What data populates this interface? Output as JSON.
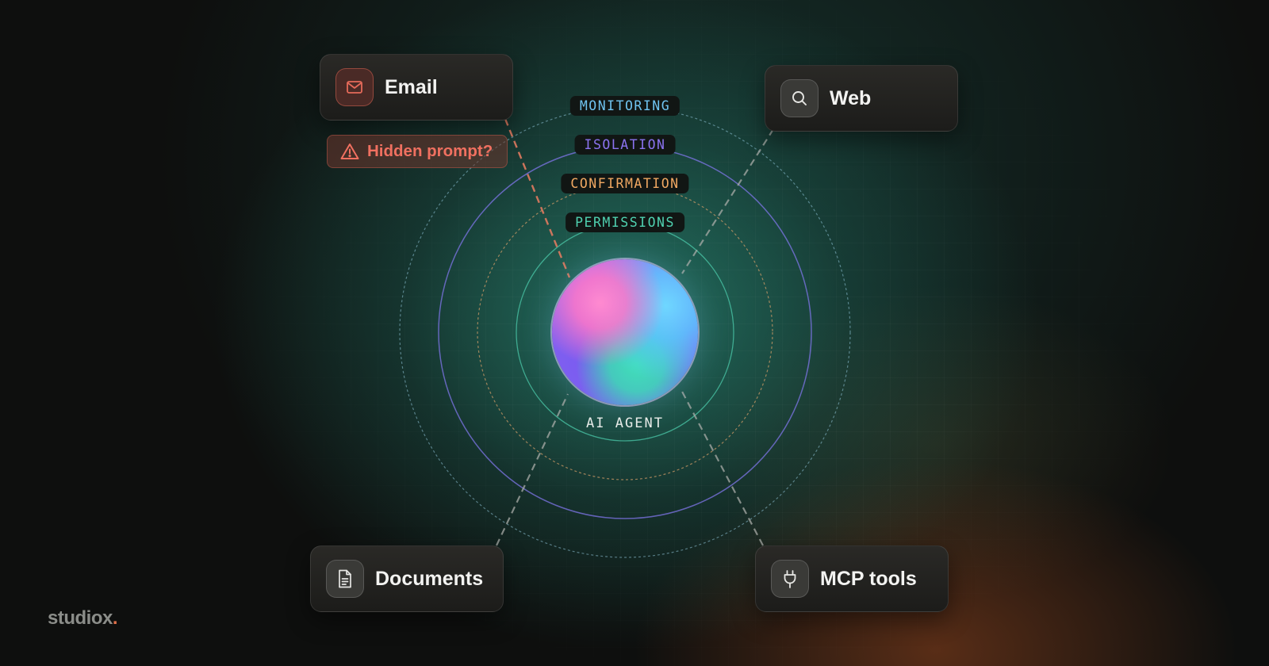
{
  "center": {
    "label": "AI AGENT"
  },
  "layers": [
    {
      "label": "MONITORING",
      "color": "#6fc3f0"
    },
    {
      "label": "ISOLATION",
      "color": "#8b73f0"
    },
    {
      "label": "CONFIRMATION",
      "color": "#f0a862"
    },
    {
      "label": "PERMISSIONS",
      "color": "#4fd1b0"
    }
  ],
  "sources": {
    "email": {
      "label": "Email",
      "icon": "mail-icon",
      "accent": "#e66a5a"
    },
    "web": {
      "label": "Web",
      "icon": "search-icon"
    },
    "documents": {
      "label": "Documents",
      "icon": "document-icon"
    },
    "mcp": {
      "label": "MCP tools",
      "icon": "plug-icon"
    }
  },
  "warning": {
    "label": "Hidden prompt?",
    "icon": "warning-triangle-icon",
    "color": "#f07060"
  },
  "brand": {
    "name": "studiox",
    "dot": "."
  }
}
